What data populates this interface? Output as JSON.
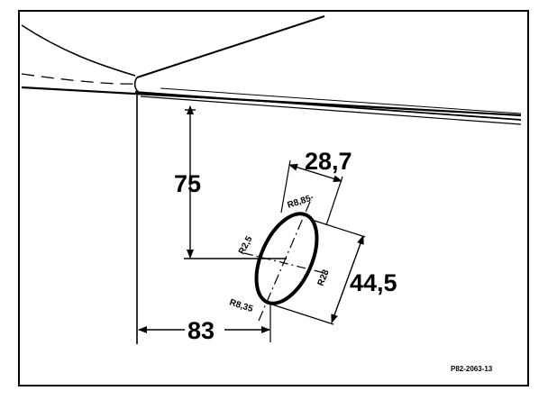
{
  "diagram": {
    "dimensions": {
      "vertical_offset": "75",
      "horizontal_offset": "83",
      "hole_width": "28,7",
      "hole_length": "44,5"
    },
    "radii": {
      "top": "R8,85",
      "left": "R2,5",
      "right": "R28",
      "bottom": "R8,35"
    },
    "reference_code": "P82-2063-13"
  }
}
